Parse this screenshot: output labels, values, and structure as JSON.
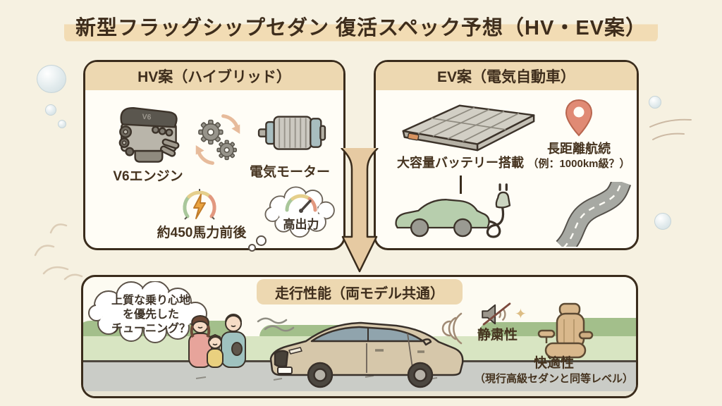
{
  "title": "新型フラッグシップセダン 復活スペック予想（HV・EV案）",
  "hv_panel": {
    "header": "HV案（ハイブリッド）",
    "engine_badge": "V6",
    "engine_label": "V6エンジン",
    "motor_label": "電気モーター",
    "power_label": "約450馬力前後",
    "output_bubble": "高出力"
  },
  "ev_panel": {
    "header": "EV案（電気自動車）",
    "battery_label": "大容量バッテリー搭載",
    "range_label": "長距離航続",
    "range_sub": "（例：1000km級？）"
  },
  "performance_panel": {
    "header": "走行性能（両モデル共通）",
    "tuning_bubble": [
      "上質な乗り心地",
      "を優先した",
      "チューニング？"
    ],
    "quietness_label": "静粛性",
    "comfort_label": "快適性",
    "comfort_sub": "（現行高級セダンと同等レベル）"
  },
  "glyphs": {
    "sparkle": "✦"
  },
  "colors": {
    "background": "#f6f1e1",
    "panel_bg": "#fffdf6",
    "panel_border": "#3a2c1c",
    "header_band": "#edd8b1",
    "title_highlight": "#f2dcb4",
    "text": "#3e2d1c",
    "arrow": "#e6caa2",
    "pin": "#e08a74",
    "ev_car_green": "#b7cead",
    "seat_tan": "#d9b88c",
    "gauge_green": "#a9c79b",
    "gauge_yellow": "#e5cf8c",
    "gauge_red": "#e2987f",
    "bolt_orange": "#eaa33f"
  }
}
